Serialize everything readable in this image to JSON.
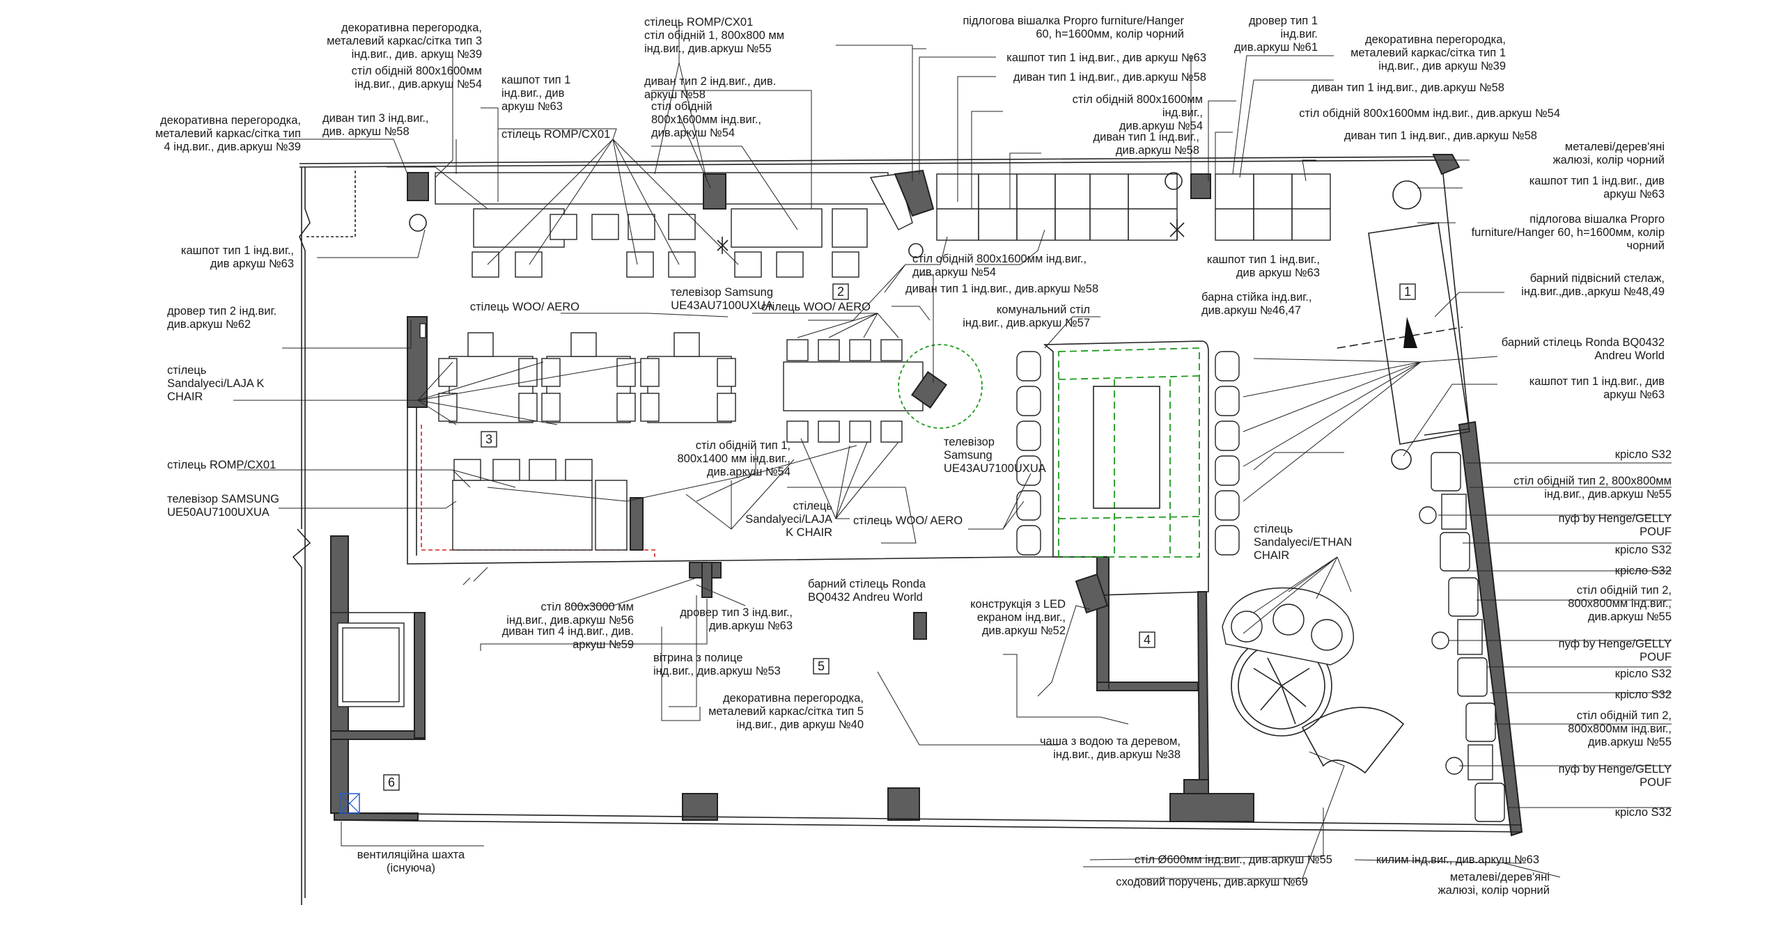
{
  "room_numbers": [
    "1",
    "2",
    "3",
    "4",
    "5",
    "6"
  ],
  "labels": {
    "partition3": "декоративна перегородка,\nметалевий каркас/сітка тип 3\nінд.виг., див. аркуш №39",
    "table_800x1600_top": "стіл обідній 800х1600мм\nінд.виг., див.аркуш №54",
    "partition4": "декоративна перегородка,\nметалевий каркас/сітка тип\n4 інд.виг., див.аркуш №39",
    "sofa3": "диван тип 3 інд.виг.,\nдив. аркуш №58",
    "planter1_left": "кашпот тип 1 інд.виг.,\nдив аркуш №63",
    "planter1_top": "кашпот тип 1\nінд.виг., див\nаркуш №63",
    "romp_top": "стілець ROMP/CX01",
    "romp_mid": "стілець ROMP/CX01",
    "table_800x800_top": "стілець ROMP/CX01\nстіл обідній 1, 800х800 мм\nінд.виг., див.аркуш №55",
    "sofa2": "диван тип 2 інд.виг., див.\nаркуш №58",
    "table_800x1600_mid": "стіл обідній\n800х1600мм інд.виг.,\nдив.аркуш №54",
    "hanger_top": "підлогова вішалка Propro furniture/Hanger\n60, h=1600мм, колір чорний",
    "planter1_top2": "кашпот тип 1 інд.виг., див аркуш №63",
    "sofa1_top": "диван тип 1 інд.виг., див.аркуш №58",
    "table_800x1600_r": "стіл обідній 800х1600мм\nінд.виг.,\nдив.аркуш №54",
    "sofa1_top2": "диван тип 1 інд.виг.,\nдив.аркуш №58",
    "drover1": "дровер тип 1\nінд.виг.\nдив.аркуш №61",
    "partition1": "декоративна перегородка,\nметалевий каркас/сітка тип 1\nінд.виг., див аркуш №39",
    "sofa1_r1": "диван тип 1 інд.виг., див.аркуш №58",
    "table_800x1600_rr": "стіл обідній 800х1600мм інд.виг., див.аркуш №54",
    "sofa1_r2": "диван тип 1 інд.виг., див.аркуш №58",
    "blinds_top": "металеві/дерев'яні\nжалюзі, колір чорний",
    "planter1_r": "кашпот тип 1 інд.виг., див\nаркуш №63",
    "hanger_r": "підлогова вішалка Propro\nfurniture/Hanger 60, h=1600мм, колір\nчорний",
    "shelf": "барний підвісний стелаж,\nінд.виг.,див.,аркуш №48,49",
    "bar_stool_r": "барний стілець Ronda BQ0432\nAndreu World",
    "planter1_r2": "кашпот тип 1 інд.виг., див\nаркуш №63",
    "planter1_mid": "кашпот тип 1 інд.виг.,\nдив аркуш №63",
    "table_800x1600_mid2": "стіл обідній 800х1600мм інд.виг.,\nдив.аркуш №54",
    "sofa1_mid": "диван тип 1 інд.виг., див.аркуш №58",
    "bar_counter": "барна стійка інд.виг.,\nдив.аркуш №46,47",
    "tv_top": "телевізор Samsung\nUE43AU7100UXUA",
    "woo_left": "стілець WOO/ AERO",
    "woo_mid": "стілець WOO/ AERO",
    "communal": "комунальний стіл\nінд.виг., див.аркуш №57",
    "drover2": "дровер тип 2 інд.виг.\nдив.аркуш №62",
    "laja_left": "стілець\nSandalyeci/LAJA K\nCHAIR",
    "romp_left": "стілець ROMP/CX01",
    "tv_left": "телевізор SAMSUNG\nUE50AU7100UXUA",
    "table_800x1400": "стіл обідній тип 1,\n800х1400 мм інд.виг.,\nдив.аркуш №54",
    "tv_mid": "телевізор\nSamsung\nUE43AU7100UXUA",
    "laja_mid": "стілець\nSandalyeci/LAJA\nK CHAIR",
    "woo_bottom": "стілець WOO/ AERO",
    "ethan": "стілець\nSandalyeci/ETHAN\nCHAIR",
    "armchair1": "крісло S32",
    "table2_a": "стіл обідній тип 2, 800х800мм\nінд.виг., див.аркуш №55",
    "pouf_a": "пуф by Henge/GELLY\nPOUF",
    "armchair2": "крісло S32",
    "armchair3": "крісло S32",
    "table2_b": "стіл обідній тип 2,\n800х800мм інд.виг.,\nдив.аркуш №55",
    "pouf_b": "пуф by Henge/GELLY\nPOUF",
    "armchair4": "крісло S32",
    "armchair5": "крісло S32",
    "table2_c": "стіл обідній тип 2,\n800х800мм інд.виг.,\nдив.аркуш №55",
    "pouf_c": "пуф by Henge/GELLY\nPOUF",
    "armchair6": "крісло S32",
    "table_800x3000": "стіл 800х3000 мм\nінд.виг., див.аркуш №56",
    "sofa4": "диван тип 4 інд.виг., див.\nаркуш №59",
    "drover3": "дровер тип 3 інд.виг.,\nдив.аркуш №63",
    "bar_stool_mid": "барний стілець Ronda\nBQ0432 Andreu World",
    "led": "конструкція з LED\nекраном інд.виг.,\nдив.аркуш №52",
    "showcase": "вітрина з полице\nінд.виг., див.аркуш №53",
    "partition5": "декоративна перегородка,\nметалевий каркас/сітка тип 5\nінд.виг., див аркуш №40",
    "bowl": "чаша з водою та деревом,\nінд.виг., див.аркуш №38",
    "vent": "вентиляційна шахта\n(існуюча)",
    "table_600": "стіл Ø600мм інд.виг., див.аркуш №55",
    "handrail": "сходовий поручень, див.аркуш №69",
    "carpet": "килим інд.виг., див.аркуш №63",
    "blinds_bottom": "металеві/дерев'яні\nжалюзі, колір чорний"
  }
}
